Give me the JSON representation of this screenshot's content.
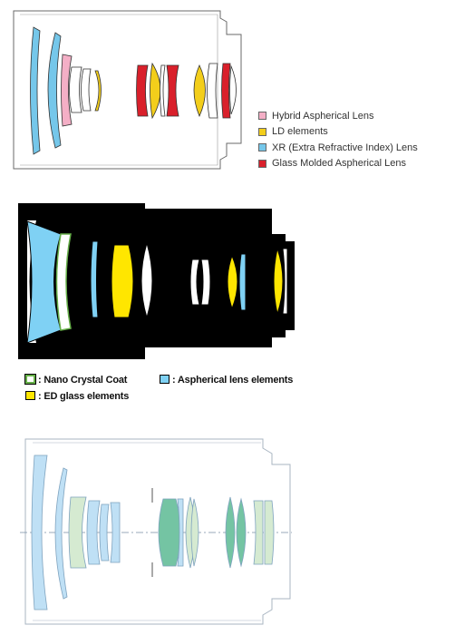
{
  "diagram1": {
    "legend": [
      {
        "label": "Hybrid Aspherical Lens",
        "color": "#f4afc6"
      },
      {
        "label": "LD elements",
        "color": "#f3ce1b"
      },
      {
        "label": "XR (Extra Refractive Index) Lens",
        "color": "#75c7ea"
      },
      {
        "label": "Glass Molded Aspherical Lens",
        "color": "#d9202b"
      }
    ]
  },
  "diagram2": {
    "legend": [
      {
        "label": ": Nano Crystal Coat",
        "swatch": "nano-crystal-coat"
      },
      {
        "label": ": Aspherical lens elements",
        "swatch": "#7fd1f4"
      },
      {
        "label": ": ED glass elements",
        "swatch": "#ffe600"
      }
    ]
  },
  "colors": {
    "housing_outline_1": "#6a6a6a",
    "housing_outline_3": "#a9b5c2",
    "barrel_fill": "#000000",
    "lens_blue_3": "#bfe0f5",
    "lens_green_light_3": "#d5ead1",
    "lens_green_dark_3": "#74c4a3",
    "optical_axis": "#7a8ea5"
  }
}
